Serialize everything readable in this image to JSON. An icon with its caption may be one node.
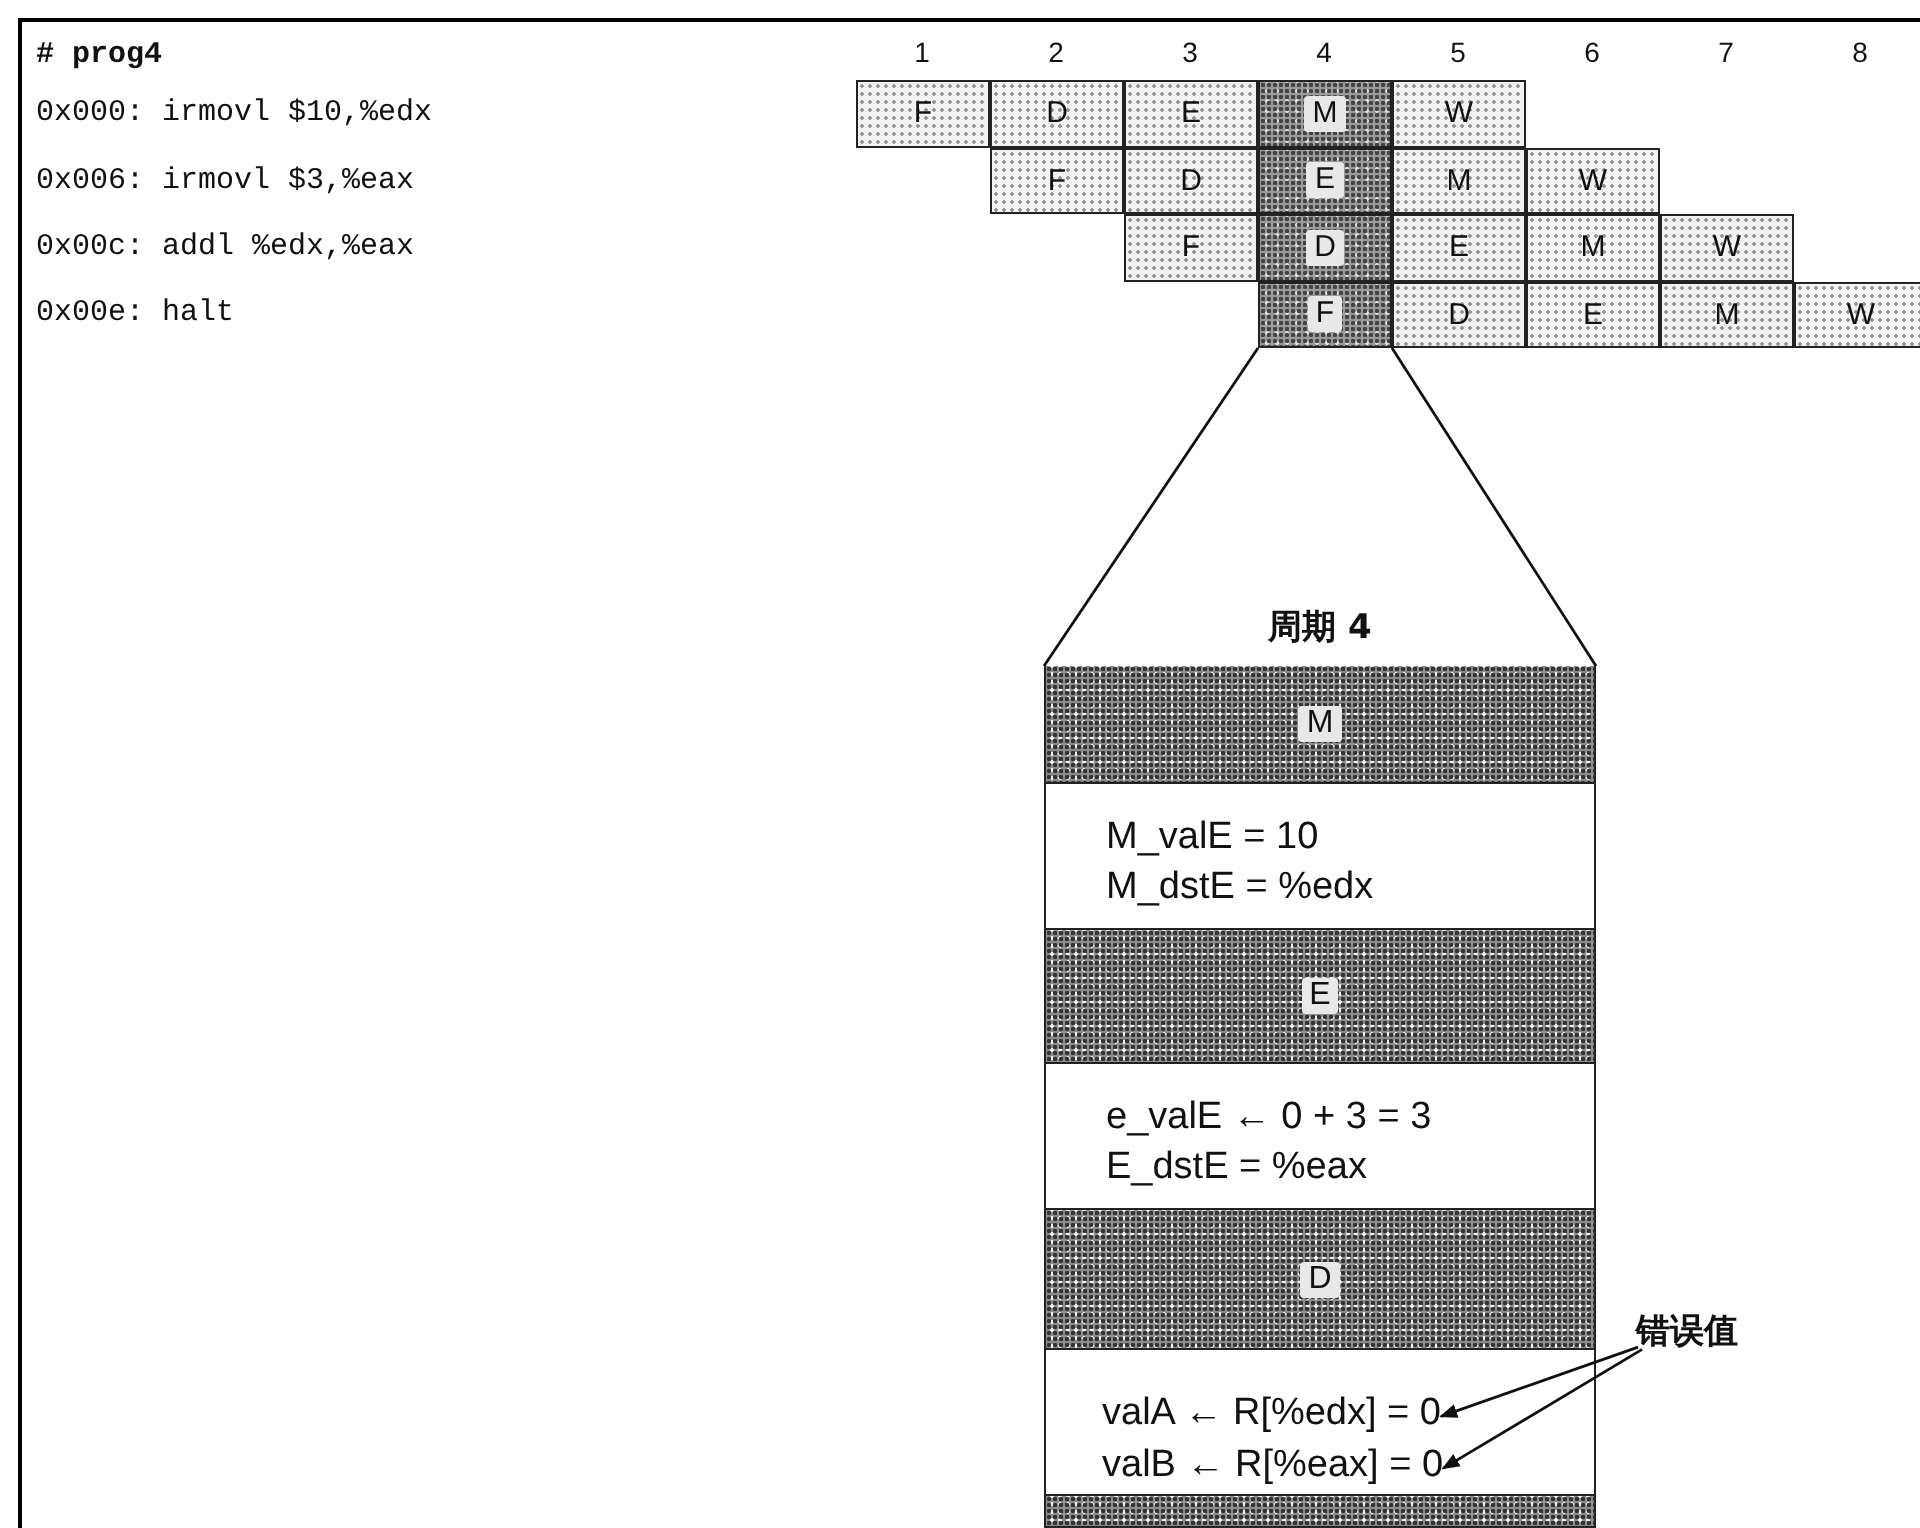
{
  "diagram": {
    "nodes": [
      {
        "text": [
          "F"
        ]
      },
      {
        "text": [
          "D"
        ]
      },
      {
        "text": [
          "E"
        ]
      },
      {
        "text": [
          "M"
        ]
      },
      {
        "text": [
          "W"
        ]
      },
      {
        "text": [
          "F"
        ]
      },
      {
        "text": [
          "D"
        ]
      },
      {
        "text": [
          "E"
        ]
      },
      {
        "text": [
          "M"
        ]
      },
      {
        "text": [
          "W"
        ]
      },
      {
        "text": [
          "F"
        ]
      },
      {
        "text": [
          "D"
        ]
      },
      {
        "text": [
          "E"
        ]
      },
      {
        "text": [
          "M"
        ]
      },
      {
        "text": [
          "W"
        ]
      },
      {
        "text": [
          "F"
        ]
      },
      {
        "text": [
          "D"
        ]
      },
      {
        "text": [
          "E"
        ]
      },
      {
        "text": [
          "M"
        ]
      },
      {
        "text": [
          "W"
        ]
      },
      {
        "text": [
          "周期 4"
        ]
      },
      {
        "text": [
          "M"
        ],
        "in": 20
      },
      {
        "text": [
          "M_valE = 10",
          "M_dstE = %edx"
        ],
        "in": 20
      },
      {
        "text": [
          "E"
        ],
        "in": 20
      },
      {
        "text": [
          "e_valE ← 0 + 3 = 3",
          "E_dstE = %eax"
        ],
        "in": 20
      },
      {
        "text": [
          "D"
        ],
        "in": 20
      },
      {
        "text": [],
        "shape": "box",
        "in": 20
      },
      {
        "text": [
          "valA ← R[%edx] = 0"
        ],
        "in": 26
      },
      {
        "text": [
          "valB ← R[%eax] = 0"
        ],
        "in": 26
      },
      {
        "text": [],
        "shape": "bar",
        "in": 20
      },
      {
        "text": [
          "错误值"
        ]
      }
    ],
    "edges": [
      {
        "from": 15,
        "to": 20,
        "arrow": "none"
      },
      {
        "from": 15,
        "to": 20,
        "arrow": "none"
      },
      {
        "from": 30,
        "to": 27,
        "arrow": "to"
      },
      {
        "from": 30,
        "to": 28,
        "arrow": "to"
      }
    ],
    "labels": [
      "# prog4",
      "0x000: irmovl $10,%edx",
      "0x006: irmovl $3,%eax",
      "0x00c: addl %edx,%eax",
      "0x00e: halt",
      "1",
      "2",
      "3",
      "4",
      "5",
      "6",
      "7",
      "8"
    ]
  }
}
